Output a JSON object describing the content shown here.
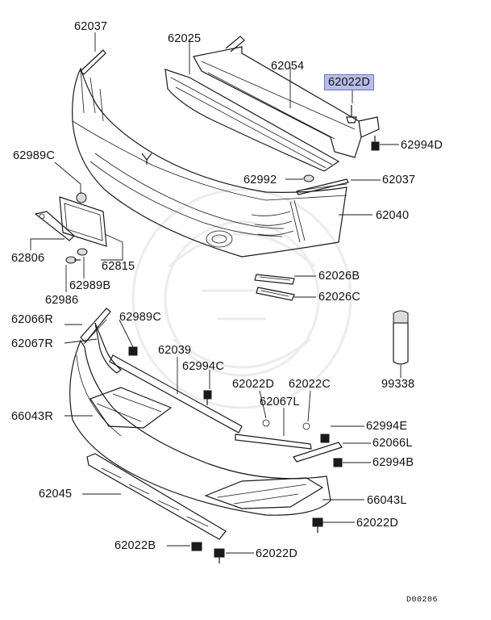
{
  "labels": {
    "p62037_top": "62037",
    "p62025": "62025",
    "p62054": "62054",
    "p62022D_hl": "62022D",
    "p62994D_top": "62994D",
    "p62989C_top": "62989C",
    "p62992": "62992",
    "p62037_mid": "62037",
    "p62040": "62040",
    "p62806": "62806",
    "p62815": "62815",
    "p62989B": "62989B",
    "p62986": "62986",
    "p62026B": "62026B",
    "p62026C": "62026C",
    "p62066R": "62066R",
    "p62989C_mid": "62989C",
    "p62067R": "62067R",
    "p62039": "62039",
    "p62994C": "62994C",
    "p99338": "99338",
    "p62022D_mid": "62022D",
    "p62022C": "62022C",
    "p62067L": "62067L",
    "p66043R": "66043R",
    "p62994E": "62994E",
    "p62066L": "62066L",
    "p62994B": "62994B",
    "p62045": "62045",
    "p66043L": "66043L",
    "p62022D_right": "62022D",
    "p62022B": "62022B",
    "p62022D_bottom": "62022D"
  },
  "diagram_code": "D00206",
  "colors": {
    "highlight_fill": "#b7bce8",
    "highlight_border": "#6f76b8",
    "line": "#1a1a1a"
  }
}
